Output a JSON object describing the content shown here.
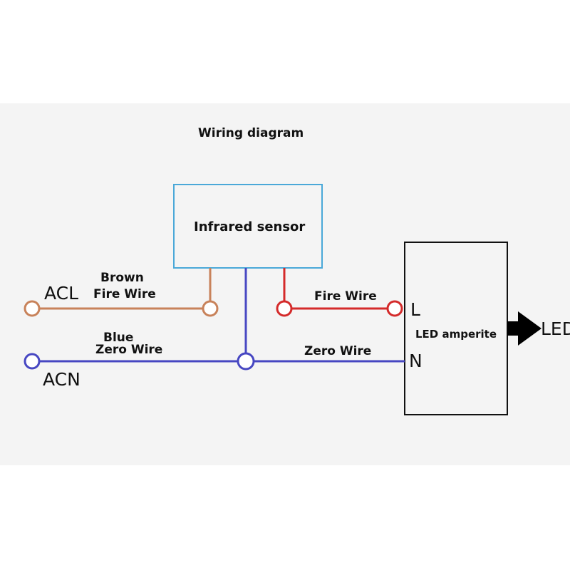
{
  "title": "Wiring diagram",
  "sensor": {
    "label": "Infrared sensor",
    "border_color": "#4aa8d8"
  },
  "driver": {
    "label": "LED amperite",
    "pin_l": "L",
    "pin_n": "N",
    "output_label": "LED"
  },
  "terminals": {
    "acl": "ACL",
    "acn": "ACN"
  },
  "wires": {
    "brown": {
      "label_line1": "Brown",
      "label_line2": "Fire Wire",
      "color": "#c8825a"
    },
    "blue": {
      "label_line1": "Blue",
      "label_line2": "Zero Wire",
      "color": "#4747c2"
    },
    "fire": {
      "label": "Fire Wire",
      "color": "#d42a2a"
    },
    "zero": {
      "label": "Zero Wire",
      "color": "#4747c2"
    }
  }
}
